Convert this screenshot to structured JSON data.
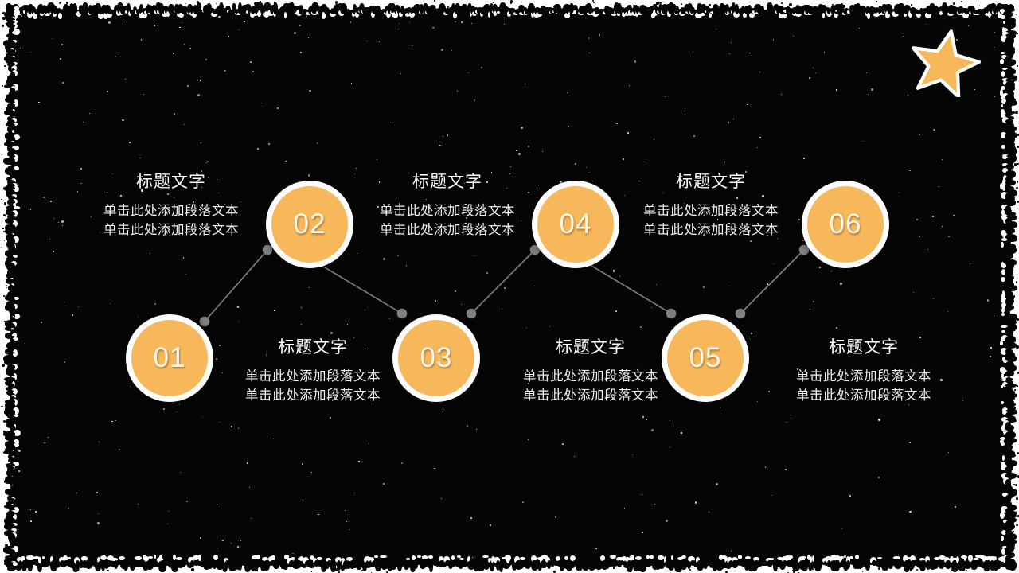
{
  "slide": {
    "background_color": "#050505",
    "page_background": "#ffffff",
    "accent_color": "#f7b85c",
    "ring_color": "#fdfdfd",
    "connector_color": "#808080",
    "text_color": "#ffffff"
  },
  "decoration": {
    "star_icon": "star-icon",
    "star_fill": "#f7b85c",
    "star_outline": "#ffffff"
  },
  "steps": [
    {
      "number": "01",
      "title": "标题文字",
      "body_line1": "单击此处添加段落文本",
      "body_line2": "单击此处添加段落文本"
    },
    {
      "number": "02",
      "title": "标题文字",
      "body_line1": "单击此处添加段落文本",
      "body_line2": "单击此处添加段落文本"
    },
    {
      "number": "03",
      "title": "标题文字",
      "body_line1": "单击此处添加段落文本",
      "body_line2": "单击此处添加段落文本"
    },
    {
      "number": "04",
      "title": "标题文字",
      "body_line1": "单击此处添加段落文本",
      "body_line2": "单击此处添加段落文本"
    },
    {
      "number": "05",
      "title": "标题文字",
      "body_line1": "单击此处添加段落文本",
      "body_line2": "单击此处添加段落文本"
    },
    {
      "number": "06",
      "title": "标题文字",
      "body_line1": "单击此处添加段落文本",
      "body_line2": "单击此处添加段落文本"
    }
  ]
}
